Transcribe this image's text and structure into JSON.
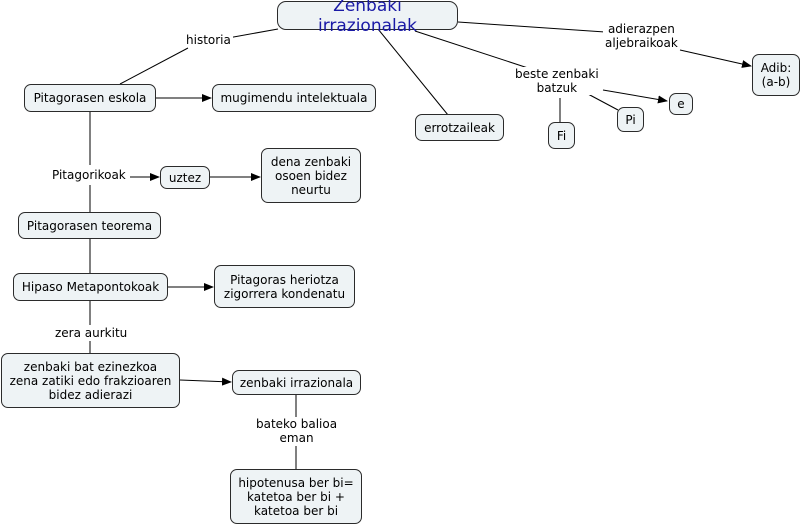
{
  "nodes": {
    "root": "Zenbaki irrazionalak",
    "pitagorasen_eskola": "Pitagorasen eskola",
    "mugimendu": "mugimendu intelektuala",
    "errotzaileak": "errotzaileak",
    "adib": "Adib:\n(a-b)",
    "fi": "Fi",
    "pi": "Pi",
    "e": "e",
    "uztez": "uztez",
    "dena_zenbaki": "dena zenbaki\nosoen bidez\nneurtu",
    "teorema": "Pitagorasen teorema",
    "hipaso": "Hipaso Metapontokoak",
    "heriotza": "Pitagoras heriotza\nzigorrera kondenatu",
    "zenbaki_bat": "zenbaki bat ezinezkoa\nzena zatiki edo frakzioaren\nbidez adierazi",
    "zenbaki_irrazionala": "zenbaki irrazionala",
    "hipotenusa": "hipotenusa ber bi=\nkatetoa ber bi +\nkatetoa ber bi"
  },
  "labels": {
    "historia": "historia",
    "adierazpen": "adierazpen\naljebraikoak",
    "beste": "beste zenbaki\nbatzuk",
    "pitagorikoak": "Pitagorikoak",
    "zera": "zera aurkitu",
    "bateko": "bateko balioa\neman"
  }
}
